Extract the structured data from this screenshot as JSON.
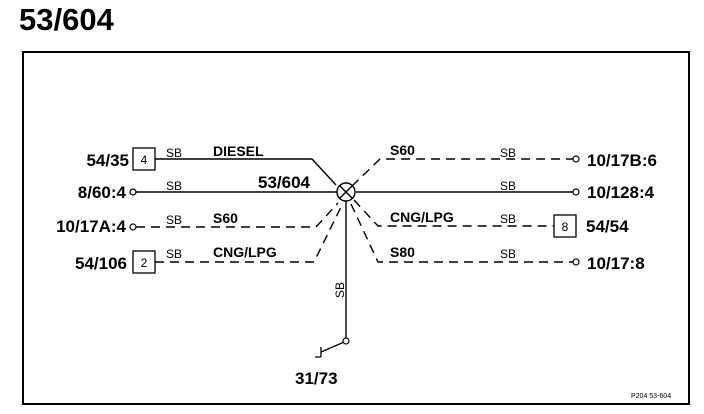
{
  "title": "53/604",
  "splice": "53/604",
  "ground": "31/73",
  "wire_color": "SB",
  "left": [
    {
      "connector": "54/35",
      "box": "4",
      "label": "DIESEL"
    },
    {
      "connector": "8/60:4",
      "label": ""
    },
    {
      "connector": "10/17A:4",
      "label": "S60"
    },
    {
      "connector": "54/106",
      "box": "2",
      "label": "CNG/LPG"
    }
  ],
  "right": [
    {
      "connector": "10/17B:6",
      "label": "S60"
    },
    {
      "connector": "10/128:4",
      "label": ""
    },
    {
      "connector": "54/54",
      "box": "8",
      "label": "CNG/LPG"
    },
    {
      "connector": "10/17:8",
      "label": "S80"
    }
  ],
  "figure_code": "P204  53-604"
}
